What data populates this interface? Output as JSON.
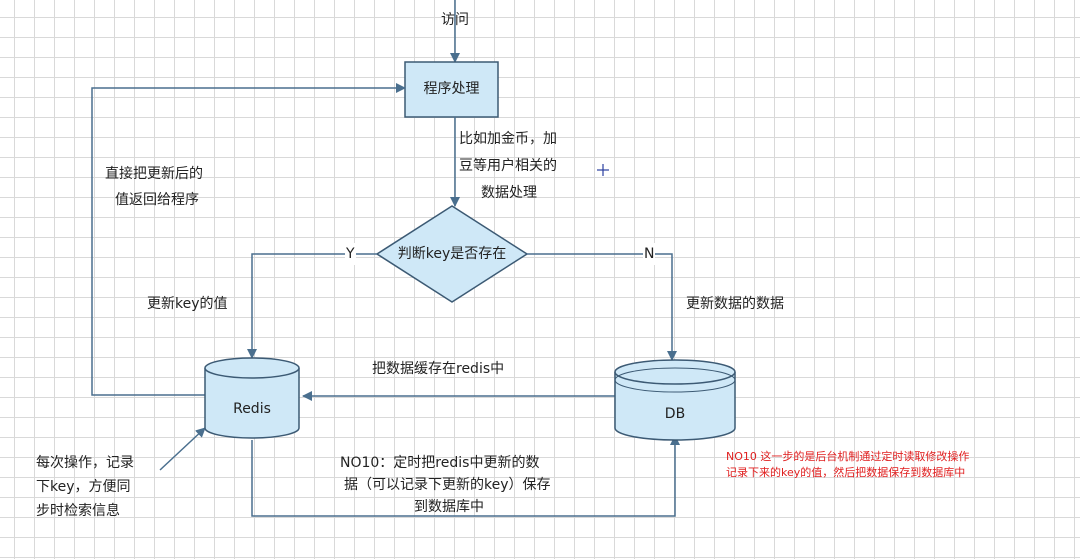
{
  "flow": {
    "entry_label": "访问",
    "process_box": "程序处理",
    "process_note": [
      "比如加金币，加",
      "豆等用户相关的",
      "数据处理"
    ],
    "decision": "判断key是否存在",
    "yes_label": "Y",
    "no_label": "N",
    "return_note": [
      "直接把更新后的",
      "值返回给程序"
    ],
    "update_key_note": "更新key的值",
    "update_db_note": "更新数据的数据",
    "cache_note": "把数据缓存在redis中",
    "redis_label": "Redis",
    "db_label": "DB",
    "op_note": [
      "每次操作，记录",
      "下key，方便同",
      "步时检索信息"
    ],
    "sync_note": [
      "NO10：定时把redis中更新的数",
      "据（可以记录下更新的key）保存",
      "到数据库中"
    ],
    "red_note": [
      "NO10 这一步的是后台机制通过定时读取修改操作",
      "记录下来的key的值，然后把数据保存到数据库中"
    ]
  },
  "colors": {
    "line": "#4a6f8e",
    "box_fill": "#cfe8f7",
    "note_red": "#e02020",
    "star": "#2a3f9f"
  }
}
